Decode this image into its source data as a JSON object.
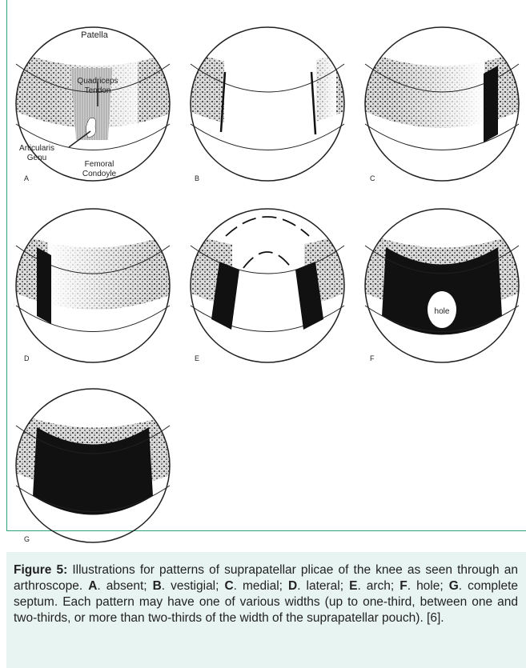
{
  "diagram": {
    "labels": {
      "patella": "Patella",
      "quadriceps_tendon": "Quadriceps\nTendon",
      "articularis_genu": "Articularis\nGenu",
      "femoral_condoyle": "Femoral\nCondoyle",
      "hole": "hole"
    },
    "panel_letters": [
      "A",
      "B",
      "C",
      "D",
      "E",
      "F",
      "G"
    ]
  },
  "caption": {
    "figure_label": "Figure 5:",
    "intro": " Illustrations for patterns of suprapatellar plicae of the knee as seen through an arthroscope. ",
    "items": [
      {
        "letter": "A",
        "text": ". absent; "
      },
      {
        "letter": "B",
        "text": ". vestigial; "
      },
      {
        "letter": "C",
        "text": ". medial; "
      },
      {
        "letter": "D",
        "text": ". lateral; "
      },
      {
        "letter": "E",
        "text": ". arch; "
      },
      {
        "letter": "F",
        "text": ". hole; "
      },
      {
        "letter": "G",
        "text": ". complete septum. "
      }
    ],
    "outro": "Each pattern may have one of various widths (up to one-third, between one and two-thirds, or more than two-thirds of the width of the suprapatellar pouch). [6]."
  },
  "colors": {
    "frame_border": "#2aa37b",
    "caption_bg": "#e8f4f1"
  }
}
